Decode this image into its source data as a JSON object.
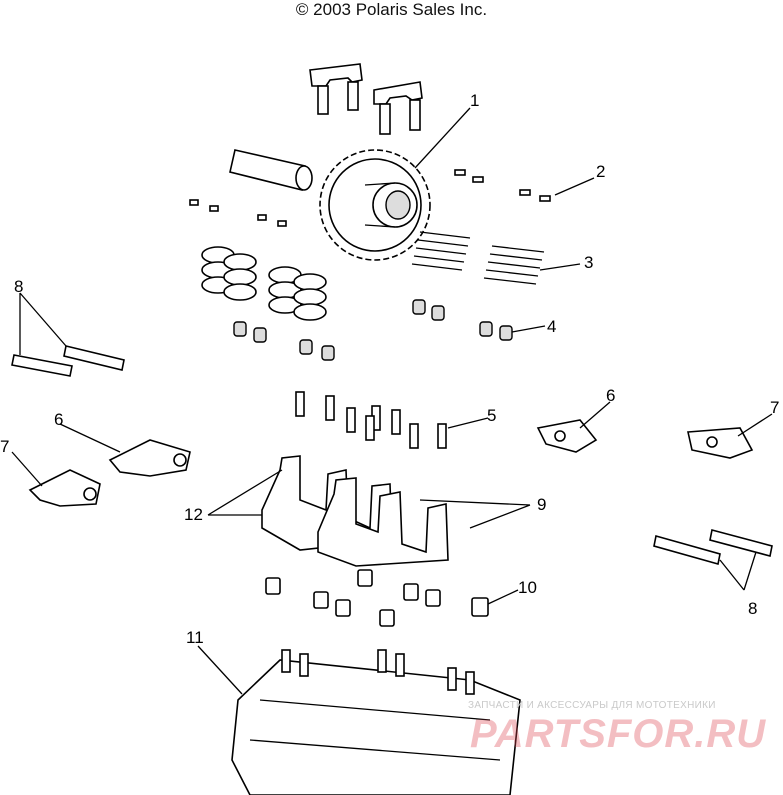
{
  "copyright": "© 2003 Polaris Sales Inc.",
  "callouts": {
    "c1": "1",
    "c2": "2",
    "c3": "3",
    "c4": "4",
    "c5": "5",
    "c6a": "6",
    "c6b": "6",
    "c7a": "7",
    "c7b": "7",
    "c8a": "8",
    "c8b": "8",
    "c9": "9",
    "c10": "10",
    "c11": "11",
    "c12": "12"
  },
  "watermark": {
    "subtitle": "ЗАПЧАСТИ И АКСЕССУАРЫ ДЛЯ МОТОТЕХНИКИ",
    "brand": "PARTSFOR.RU"
  },
  "colors": {
    "line": "#000000",
    "watermark": "#dc4650"
  }
}
